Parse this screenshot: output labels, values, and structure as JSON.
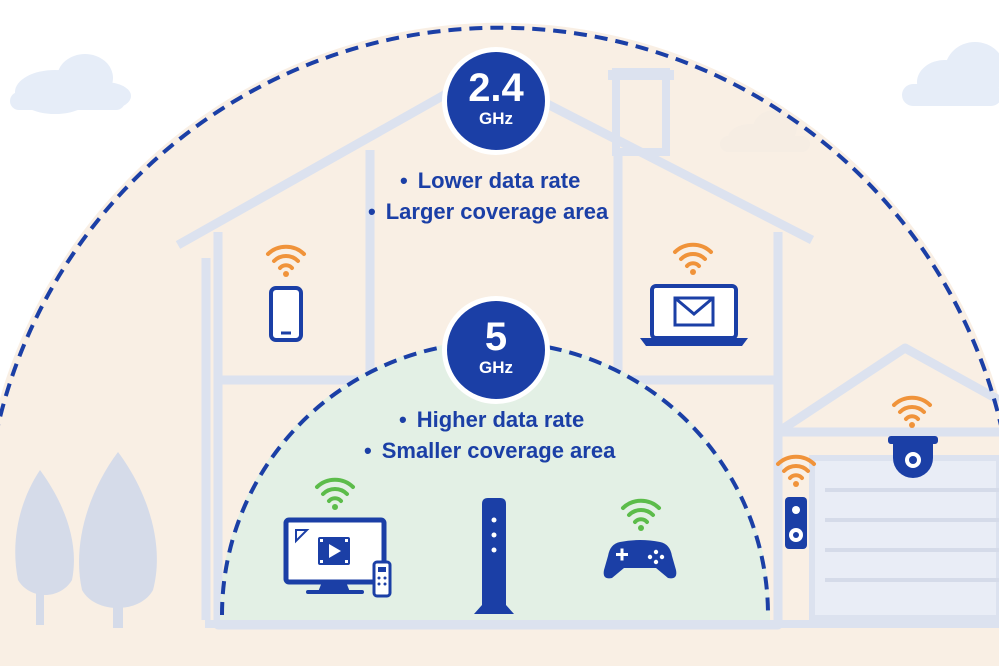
{
  "bands": {
    "band_24": {
      "frequency": "2.4",
      "unit": "GHz",
      "points": [
        "Lower data rate",
        "Larger coverage area"
      ]
    },
    "band_5": {
      "frequency": "5",
      "unit": "GHz",
      "points": [
        "Higher data rate",
        "Smaller coverage area"
      ]
    }
  },
  "colors": {
    "brand_blue": "#1b3fa6",
    "coverage_24": "#f8ecdf",
    "coverage_5": "#e3f0e5",
    "wifi_orange": "#f0933a",
    "wifi_green": "#5cbc4a",
    "house_line": "#d8dff0"
  },
  "icons": {
    "band_24_devices": [
      "smartphone-icon",
      "laptop-mail-icon",
      "security-camera-icon",
      "video-doorbell-icon"
    ],
    "band_5_devices": [
      "smart-tv-icon",
      "router-icon",
      "game-controller-icon"
    ]
  }
}
